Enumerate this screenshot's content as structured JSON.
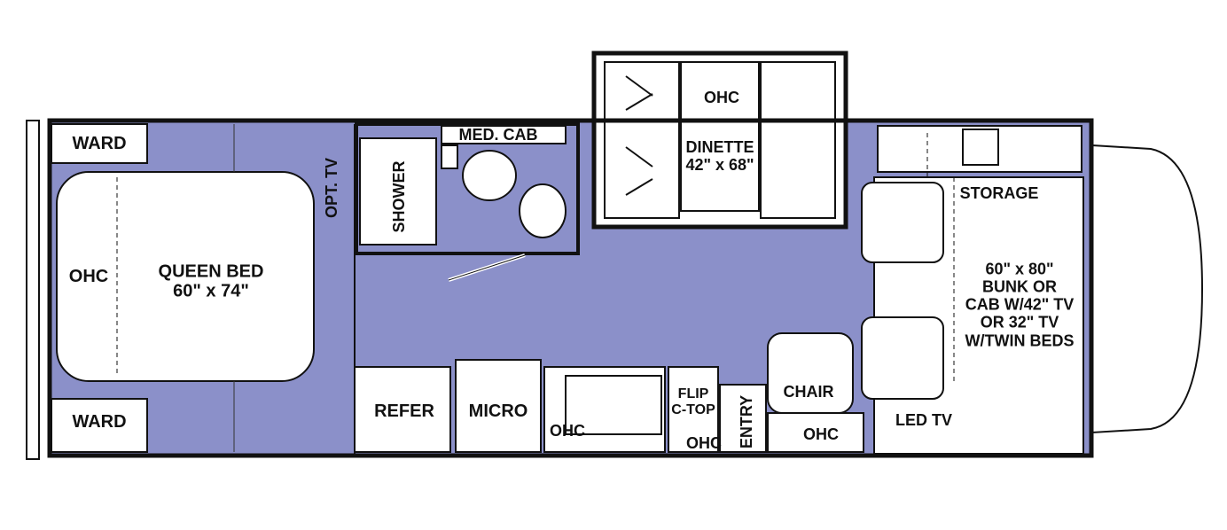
{
  "labels": {
    "ward_top": "WARD",
    "ward_bottom": "WARD",
    "ohc_rear": "OHC",
    "queen_bed": "QUEEN BED\n60\" x 74\"",
    "opt_tv": "OPT. TV",
    "shower": "SHOWER",
    "med_cab": "MED. CAB",
    "ohc_dinette": "OHC",
    "dinette": "DINETTE\n42\" x 68\"",
    "storage": "STORAGE",
    "bunk": "60\" x 80\"\nBUNK OR\nCAB W/42\" TV\nOR 32\" TV\nW/TWIN BEDS",
    "refer": "REFER",
    "micro": "MICRO",
    "ohc_galley": "OHC",
    "flip_top": "FLIP\nC-TOP",
    "ohc_flip": "OHC",
    "entry": "ENTRY",
    "chair": "CHAIR",
    "ohc_chair": "OHC",
    "led_tv": "LED TV"
  },
  "colors": {
    "floor": "#8b90c9",
    "wall": "#111111",
    "fixture": "#ffffff"
  }
}
